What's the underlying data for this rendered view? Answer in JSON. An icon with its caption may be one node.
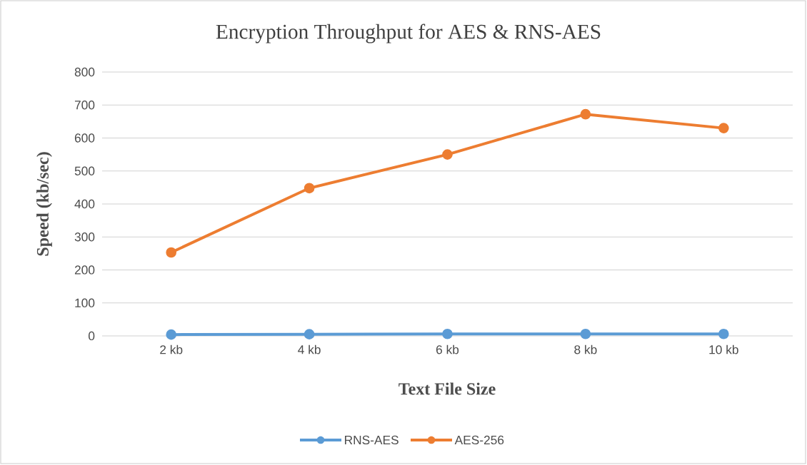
{
  "diagram": {
    "chart_data": {
      "type": "line",
      "title": "Encryption Throughput for AES & RNS-AES",
      "xlabel": "Text File Size",
      "ylabel": "Speed (kb/sec)",
      "categories": [
        "2 kb",
        "4 kb",
        "6 kb",
        "8 kb",
        "10 kb"
      ],
      "series": [
        {
          "name": "RNS-AES",
          "color": "#5b9bd5",
          "marker": "circle",
          "values": [
            4,
            5,
            6,
            6,
            6
          ]
        },
        {
          "name": "AES-256",
          "color": "#ed7d31",
          "marker": "circle",
          "values": [
            253,
            448,
            550,
            672,
            630
          ]
        }
      ],
      "grid": "y",
      "legend": "bottom",
      "ylim": [
        0,
        800
      ],
      "yticks": [
        0,
        100,
        200,
        300,
        400,
        500,
        600,
        700,
        800
      ]
    }
  }
}
